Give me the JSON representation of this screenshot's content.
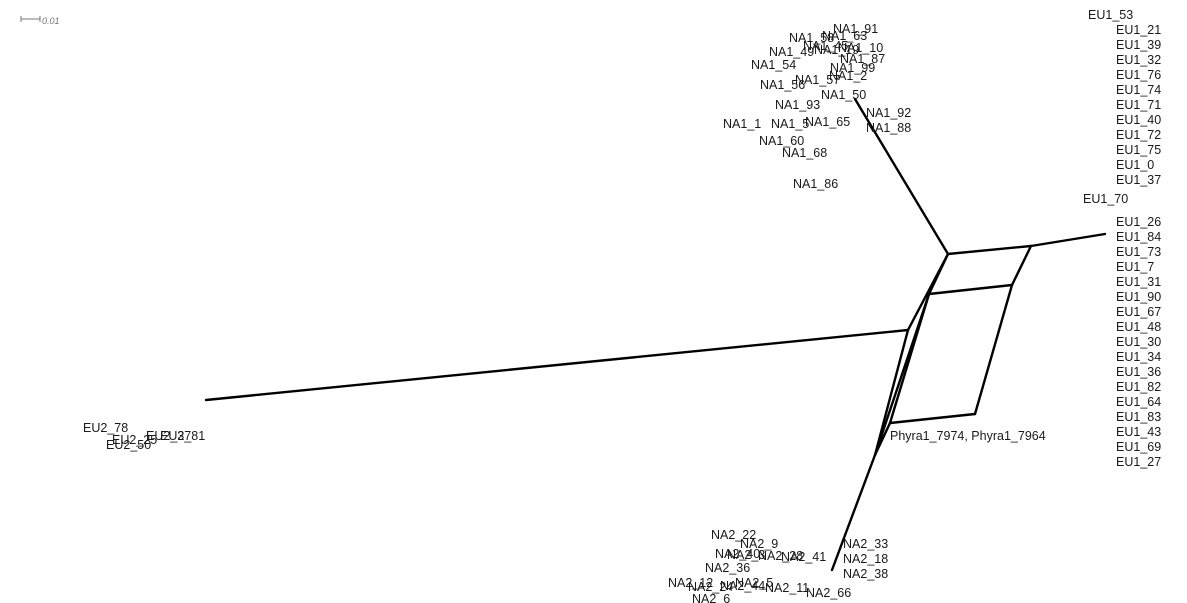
{
  "scale_bar": {
    "label": "0.01"
  },
  "clusters": {
    "eu1": {
      "labels": [
        "EU1_53",
        "EU1_21",
        "EU1_39",
        "EU1_32",
        "EU1_76",
        "EU1_74",
        "EU1_71",
        "EU1_40",
        "EU1_72",
        "EU1_75",
        "EU1_0",
        "EU1_37",
        "EU1_70",
        "EU1_26",
        "EU1_84",
        "EU1_73",
        "EU1_7",
        "EU1_31",
        "EU1_90",
        "EU1_67",
        "EU1_48",
        "EU1_30",
        "EU1_34",
        "EU1_36",
        "EU1_82",
        "EU1_64",
        "EU1_83",
        "EU1_43",
        "EU1_69",
        "EU1_27"
      ]
    },
    "na1": {
      "labels": [
        "NA1_91",
        "NA1_58",
        "NA1_63",
        "NA1_49",
        "NA1_10",
        "NA1_45",
        "NA1_19",
        "NA1_87",
        "NA1_54",
        "NA1_99",
        "NA1_57",
        "NA1_2",
        "NA1_56",
        "NA1_50",
        "NA1_93",
        "NA1_92",
        "NA1_1",
        "NA1_5",
        "NA1_65",
        "NA1_88",
        "NA1_60",
        "NA1_68",
        "NA1_86"
      ]
    },
    "eu2": {
      "labels": [
        "EU2_78",
        "EU2_25",
        "EU2_37",
        "EU2_81",
        "EU2_50"
      ]
    },
    "phyra": {
      "labels": [
        "Phyra1_7974, Phyra1_7964"
      ]
    },
    "na2": {
      "labels": [
        "NA2_22",
        "NA2_9",
        "NA2_40",
        "NA2_3",
        "NA2_41",
        "NA2_28",
        "NA2_33",
        "NA2_18",
        "NA2_38",
        "NA2_36",
        "NA2_12",
        "NA2_5",
        "NA2_11",
        "NA2_24",
        "NA2_44",
        "NA2_6",
        "NA2_66"
      ]
    }
  }
}
